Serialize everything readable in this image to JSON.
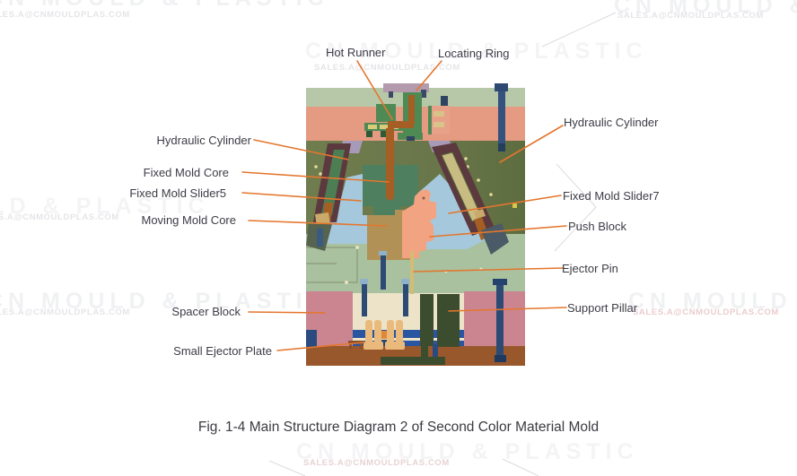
{
  "figure": {
    "caption": "Fig. 1-4 Main Structure Diagram 2 of Second Color Material Mold",
    "type": "mold-cross-section-diagram"
  },
  "watermark": {
    "brand": "CN MOULD & PLASTIC",
    "email": "SALES.A@CNMOULDPLAS.COM"
  },
  "labels": {
    "hot_runner": "Hot Runner",
    "locating_ring": "Locating Ring",
    "hydraulic_cylinder_left": "Hydraulic Cylinder",
    "hydraulic_cylinder_right": "Hydraulic Cylinder",
    "fixed_mold_core": "Fixed Mold Core",
    "fixed_mold_slider5": "Fixed Mold Slider5",
    "moving_mold_core": "Moving Mold Core",
    "fixed_mold_slider7": "Fixed Mold Slider7",
    "push_block": "Push Block",
    "ejector_pin": "Ejector Pin",
    "spacer_block": "Spacer Block",
    "support_pillar": "Support Pillar",
    "small_ejector_plate": "Small Ejector Plate"
  },
  "colors": {
    "leader_line": "#e4762d",
    "label_text": "#3c3c46",
    "top_plate_sage": "#b6c8a7",
    "clamp_plate_salmon": "#e59a82",
    "fixed_plate_olive": "#6b794b",
    "moving_plate_sage": "#a9c19e",
    "slider_blue": "#a6c8dc",
    "fixed_core_teal": "#4e7f5f",
    "moving_core_tan": "#b29157",
    "push_block_salmon": "#f2a382",
    "cylinder_maroon": "#5c393e",
    "spacer_pink": "#cb8590",
    "ejector_cream": "#ece3c9",
    "ejector_plate_blue": "#2a55a0",
    "bottom_plate_brown": "#99582c",
    "support_pillar_green": "#3c4c2e",
    "sprue_orange": "#a55e24",
    "locating_ring_mauve": "#b39bad",
    "bolt_navy": "#2c4a74"
  }
}
